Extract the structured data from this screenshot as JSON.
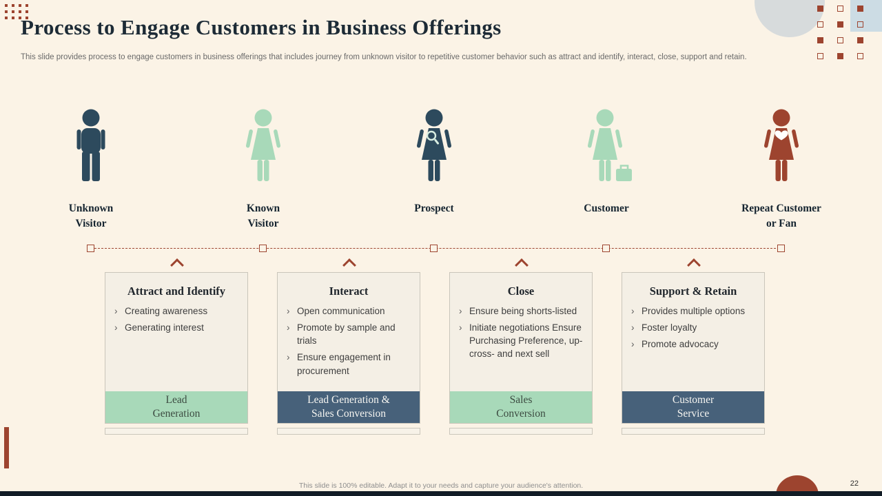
{
  "header": {
    "title": "Process to Engage Customers in Business Offerings",
    "subtitle": "This slide provides process to engage customers in business offerings that includes journey from unknown visitor to repetitive customer behavior such as attract and identify, interact, close, support and retain."
  },
  "ui": {
    "bullet_marker": "›"
  },
  "stages": [
    {
      "label_line1": "Unknown",
      "label_line2": "Visitor"
    },
    {
      "label_line1": "Known",
      "label_line2": "Visitor"
    },
    {
      "label_line1": "Prospect"
    },
    {
      "label_line1": "Customer"
    },
    {
      "label_line1": "Repeat Customer",
      "label_line2": "or Fan"
    }
  ],
  "cards": [
    {
      "title": "Attract and Identify",
      "bullets": [
        "Creating awareness",
        "Generating interest"
      ],
      "footer_line1": "Lead",
      "footer_line2": "Generation"
    },
    {
      "title": "Interact",
      "bullets": [
        "Open communication",
        "Promote by sample and trials",
        "Ensure engagement in procurement"
      ],
      "footer_line1": "Lead Generation &",
      "footer_line2": "Sales Conversion"
    },
    {
      "title": "Close",
      "bullets": [
        "Ensure being shorts-listed",
        "Initiate negotiations Ensure Purchasing Preference, up- cross- and next sell"
      ],
      "footer_line1": "Sales",
      "footer_line2": "Conversion"
    },
    {
      "title": "Support & Retain",
      "bullets": [
        "Provides multiple options",
        "Foster loyalty",
        "Promote advocacy"
      ],
      "footer_line1": "Customer",
      "footer_line2": "Service"
    }
  ],
  "footer": {
    "note": "This slide is 100% editable. Adapt it to your needs and capture your audience's attention.",
    "page_number": "22"
  },
  "colors": {
    "bg": "#fbf3e6",
    "card": "#f4efe5",
    "navy": "#2d4a5d",
    "footer_navy": "#47617a",
    "green": "#a8d9b9",
    "maroon": "#9d442f",
    "mint": "#d9eee2",
    "ink": "#1d2b36"
  }
}
